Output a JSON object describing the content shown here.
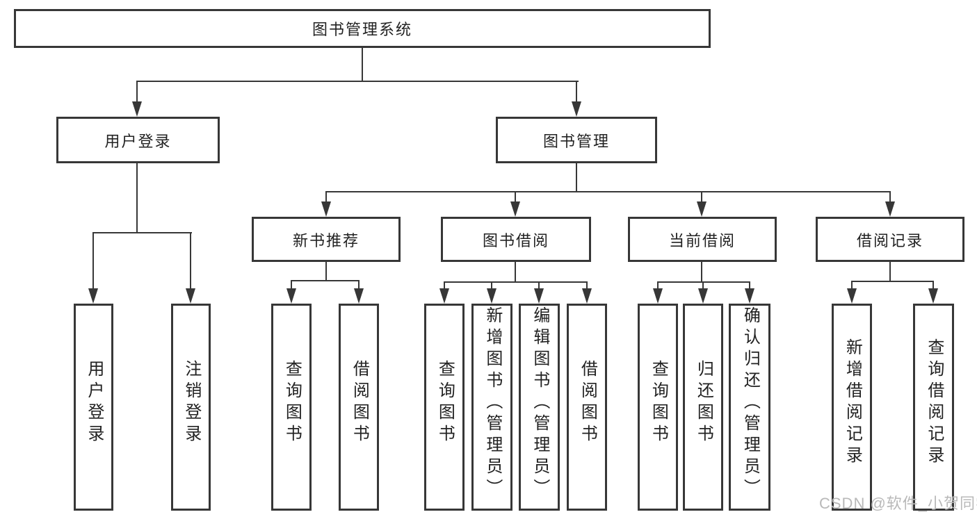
{
  "tree": {
    "label": "图书管理系统",
    "children": [
      {
        "label": "用户登录",
        "children": [
          {
            "label": "用户登录"
          },
          {
            "label": "注销登录"
          }
        ]
      },
      {
        "label": "图书管理",
        "children": [
          {
            "label": "新书推荐",
            "children": [
              {
                "label": "查询图书"
              },
              {
                "label": "借阅图书"
              }
            ]
          },
          {
            "label": "图书借阅",
            "children": [
              {
                "label": "查询图书"
              },
              {
                "label": "新增图书（管理员）"
              },
              {
                "label": "编辑图书（管理员）"
              },
              {
                "label": "借阅图书"
              }
            ]
          },
          {
            "label": "当前借阅",
            "children": [
              {
                "label": "查询图书"
              },
              {
                "label": "归还图书"
              },
              {
                "label": "确认归还（管理员）"
              }
            ]
          },
          {
            "label": "借阅记录",
            "children": [
              {
                "label": "新增借阅记录"
              },
              {
                "label": "查询借阅记录"
              }
            ]
          }
        ]
      }
    ]
  },
  "watermark": "CSDN @软件_小贺同学",
  "colors": {
    "line": "#373737",
    "text": "#222222",
    "watermark": "#b9b9b9",
    "background": "#ffffff"
  }
}
